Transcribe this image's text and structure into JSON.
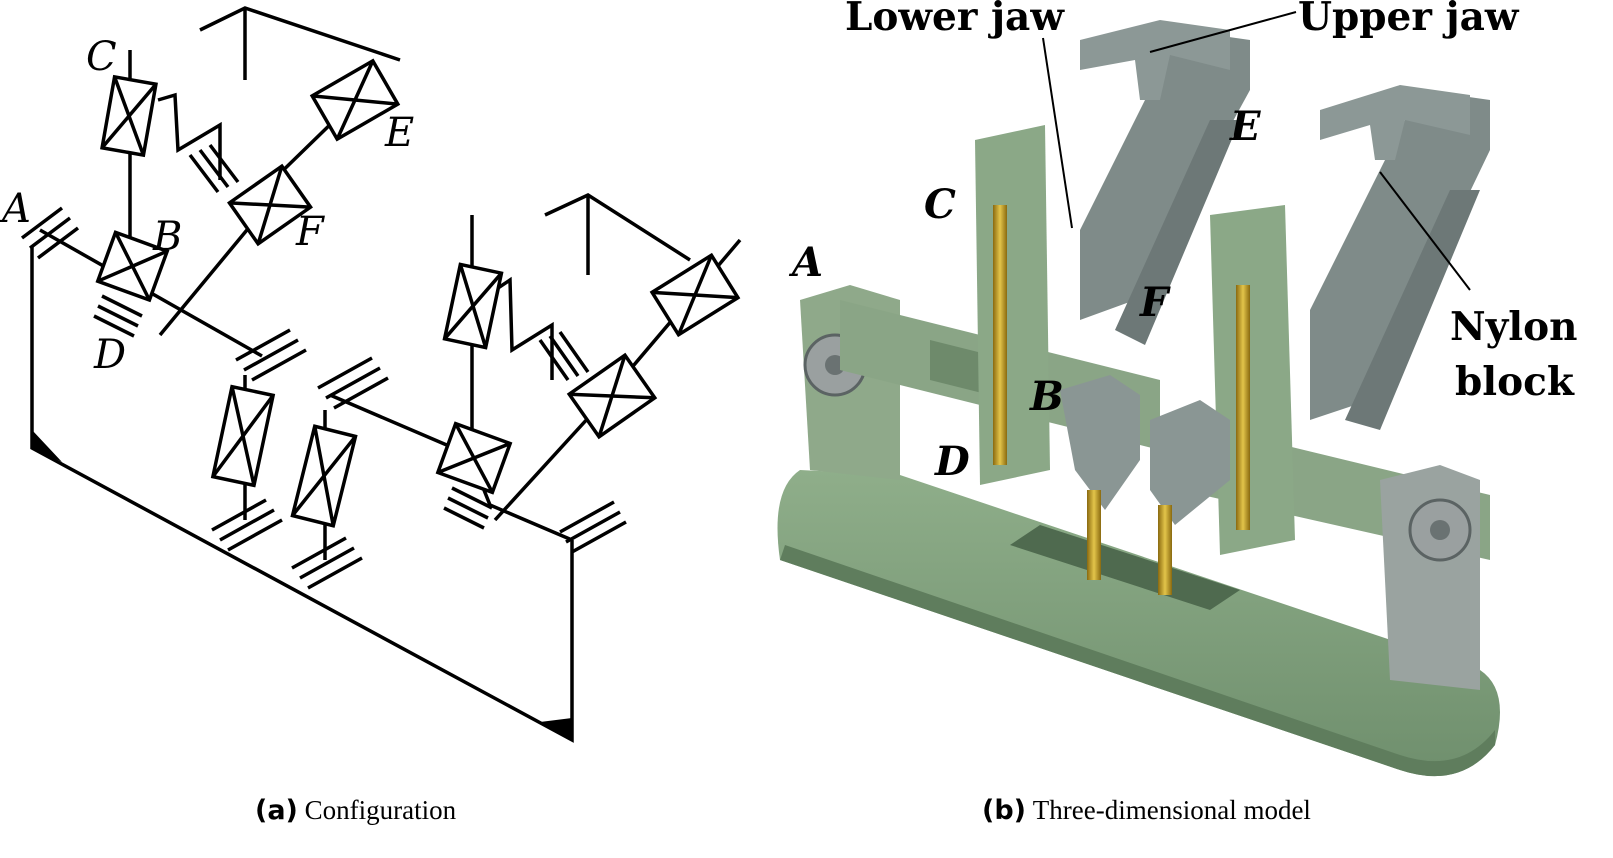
{
  "panel_a": {
    "joint_labels": {
      "A": "A",
      "B": "B",
      "C": "C",
      "D": "D",
      "E": "E",
      "F": "F"
    },
    "caption_tag": "(a)",
    "caption_text": "Configuration"
  },
  "panel_b": {
    "joint_labels": {
      "A": "A",
      "B": "B",
      "C": "C",
      "D": "D",
      "E": "E",
      "F": "F"
    },
    "callouts": {
      "lower_jaw": "Lower jaw",
      "upper_jaw": "Upper jaw",
      "nylon_line1": "Nylon",
      "nylon_line2": "block"
    },
    "caption_tag": "(b)",
    "caption_text": "Three-dimensional model"
  }
}
